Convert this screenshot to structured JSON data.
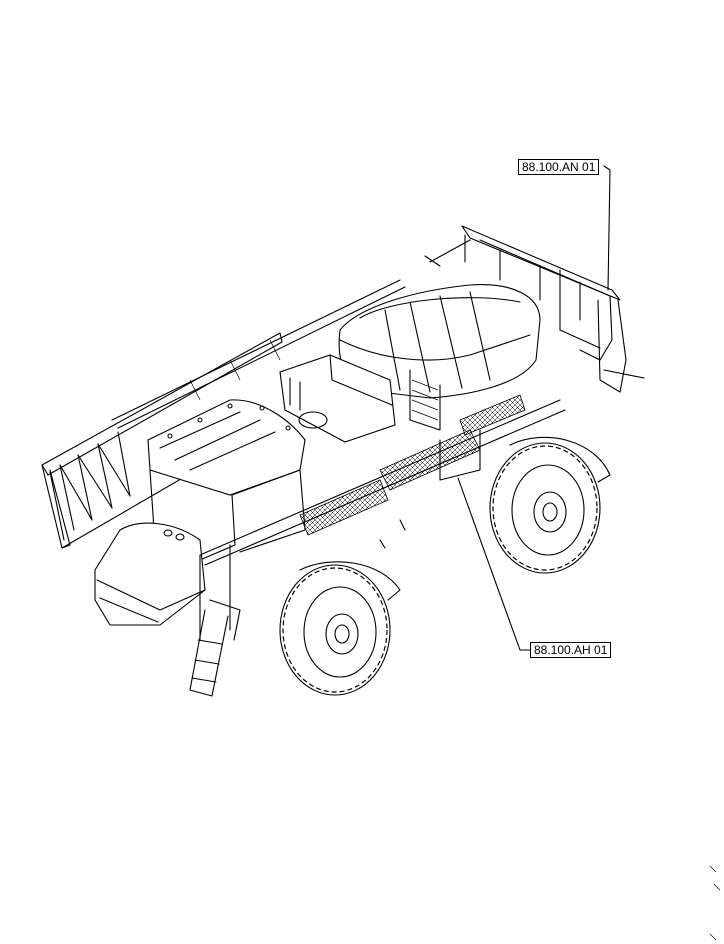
{
  "callouts": [
    {
      "id": "an",
      "label": "88.100.AN 01"
    },
    {
      "id": "ah",
      "label": "88.100.AH 01"
    }
  ],
  "icons": {
    "vehicle": "self-propelled-sprayer-line-drawing"
  }
}
